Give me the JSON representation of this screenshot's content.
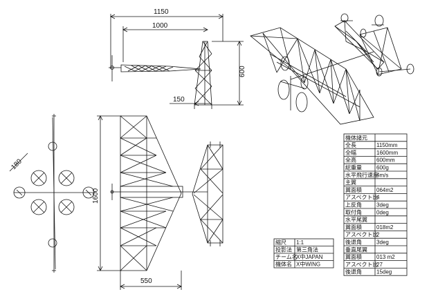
{
  "dimensions": {
    "overall_length": "1150",
    "fuselage_length": "1000",
    "tail_span": "600",
    "tail_chord": "150",
    "wing_span": "1600",
    "root_chord": "550",
    "prop_dim": "180"
  },
  "spec_table": {
    "rows": [
      {
        "label": "機体諸元",
        "value": ""
      },
      {
        "label": "全長",
        "value": "1150mm"
      },
      {
        "label": "全幅",
        "value": "1600mm"
      },
      {
        "label": "全高",
        "value": "600mm"
      },
      {
        "label": "総重量",
        "value": "600g"
      },
      {
        "label": "水平飛行速度",
        "value": "4m/s"
      },
      {
        "label": "主翼",
        "value": ""
      },
      {
        "label": "翼面積",
        "value": "064m2"
      },
      {
        "label": "アスペクト比",
        "value": "4"
      },
      {
        "label": "上反角",
        "value": "3deg"
      },
      {
        "label": "取付角",
        "value": "0deg"
      },
      {
        "label": "水平尾翼",
        "value": ""
      },
      {
        "label": "翼面積",
        "value": "018m2"
      },
      {
        "label": "アスペクト比",
        "value": "2"
      },
      {
        "label": "後退角",
        "value": "3deg"
      },
      {
        "label": "垂直尾翼",
        "value": ""
      },
      {
        "label": "翼面積",
        "value": "013 m2"
      },
      {
        "label": "アスペクト比",
        "value": "27"
      },
      {
        "label": "後退角",
        "value": "15deg"
      }
    ]
  },
  "title_block": {
    "rows": [
      {
        "label": "縮尺",
        "value": "1:1"
      },
      {
        "label": "投影法",
        "value": "第三角法"
      },
      {
        "label": "チーム名",
        "value": "X中JAPAN"
      },
      {
        "label": "機体名",
        "value": "X中WING"
      }
    ]
  },
  "colors": {
    "line": "#111111",
    "background": "#ffffff"
  }
}
